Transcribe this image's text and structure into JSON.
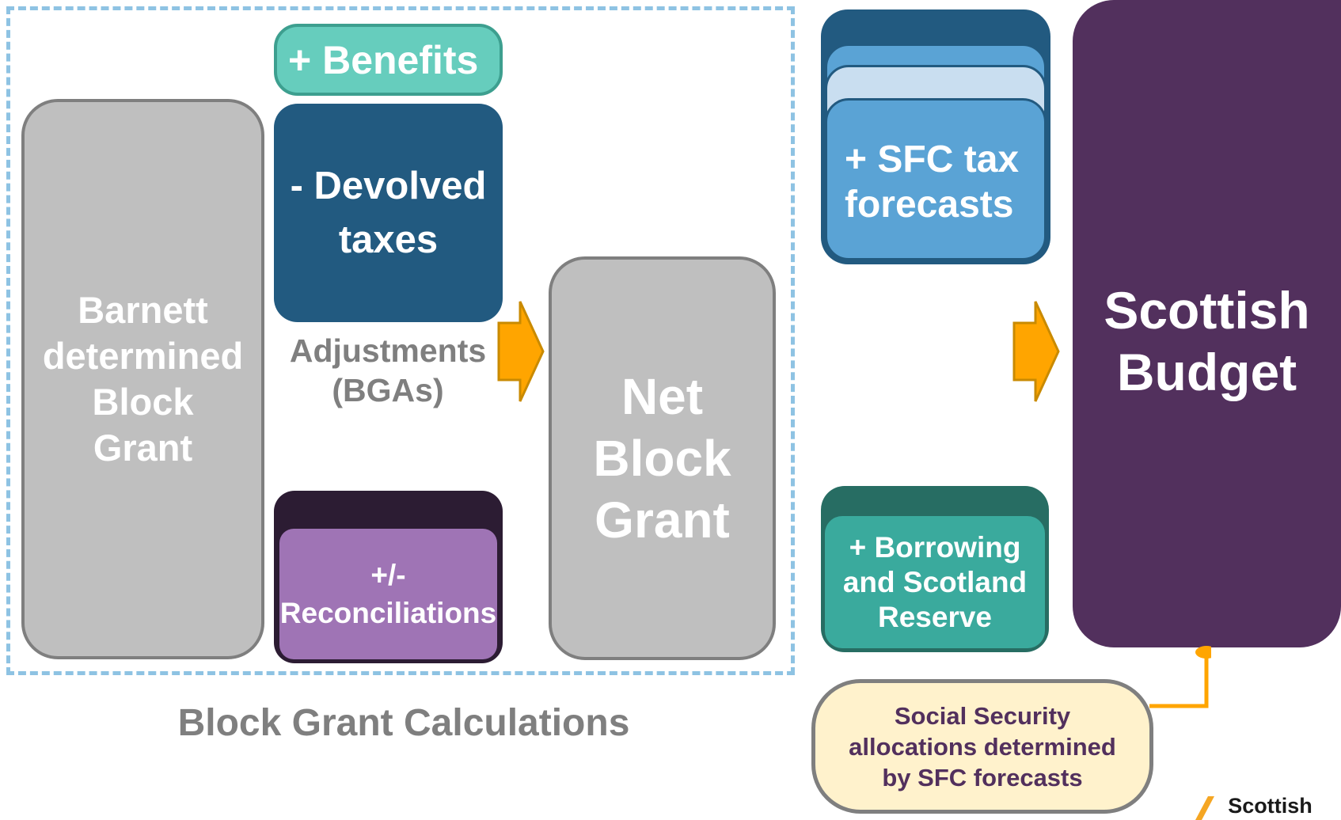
{
  "diagram": {
    "barnett": [
      "Barnett",
      "determined",
      "Block",
      "Grant"
    ],
    "benefits": "+ Benefits",
    "devolved": [
      "- Devolved",
      "taxes"
    ],
    "adjustments": [
      "Adjustments",
      "(BGAs)"
    ],
    "reconciliations": [
      "+/-",
      "Reconciliations"
    ],
    "net_block_grant": [
      "Net",
      "Block",
      "Grant"
    ],
    "sfc_tax": [
      "+ SFC tax",
      "forecasts"
    ],
    "borrowing": [
      "+ Borrowing",
      "and Scotland",
      "Reserve"
    ],
    "scottish_budget": [
      "Scottish",
      "Budget"
    ],
    "social_security": [
      "Social Security",
      "allocations determined",
      "by SFC forecasts"
    ],
    "block_grant_label": "Block Grant Calculations",
    "logo_text": "Scottish"
  },
  "colors": {
    "dashed_border": "#8ec3e3",
    "grey_box": "#bfbfbf",
    "teal": "#66cdbd",
    "dark_blue": "#225a80",
    "purple_light": "#9f74b5",
    "mid_blue": "#5aa3d5",
    "green_teal": "#3aaa9d",
    "budget_purple": "#52305d",
    "arrow_orange": "#ffa500",
    "note_fill": "#fff2cc"
  },
  "icons": [
    "right-arrow-icon",
    "right-arrow-icon",
    "connector-line"
  ]
}
